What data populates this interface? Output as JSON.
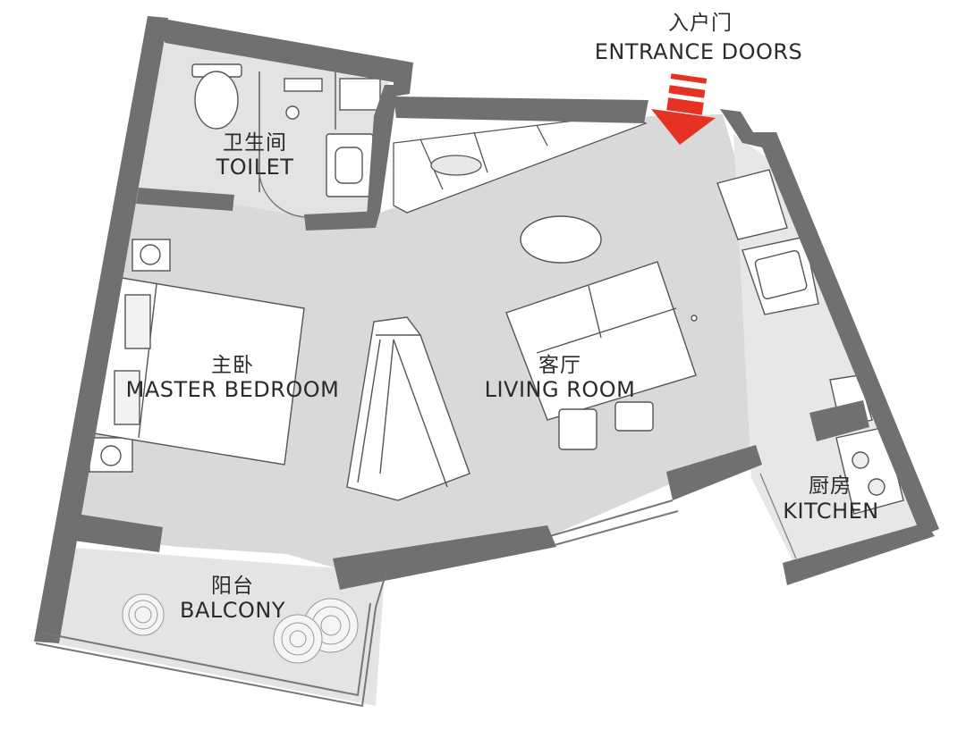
{
  "rooms": {
    "entrance": {
      "cn": "入户门",
      "en": "ENTRANCE DOORS"
    },
    "toilet": {
      "cn": "卫生间",
      "en": "TOILET"
    },
    "master_bedroom": {
      "cn": "主卧",
      "en": "MASTER BEDROOM"
    },
    "living_room": {
      "cn": "客厅",
      "en": "LIVING ROOM"
    },
    "kitchen": {
      "cn": "厨房",
      "en": "KITCHEN"
    },
    "balcony": {
      "cn": "阳台",
      "en": "BALCONY"
    }
  },
  "colors": {
    "wall": "#707070",
    "floor": "#d9d9d9",
    "balcony_floor": "#e4e4e4",
    "furniture": "#ffffff",
    "line": "#555555",
    "arrow": "#e53222",
    "text": "#2b2b2b"
  },
  "icons": {
    "entrance_marker": "red-arrow-down-icon"
  }
}
